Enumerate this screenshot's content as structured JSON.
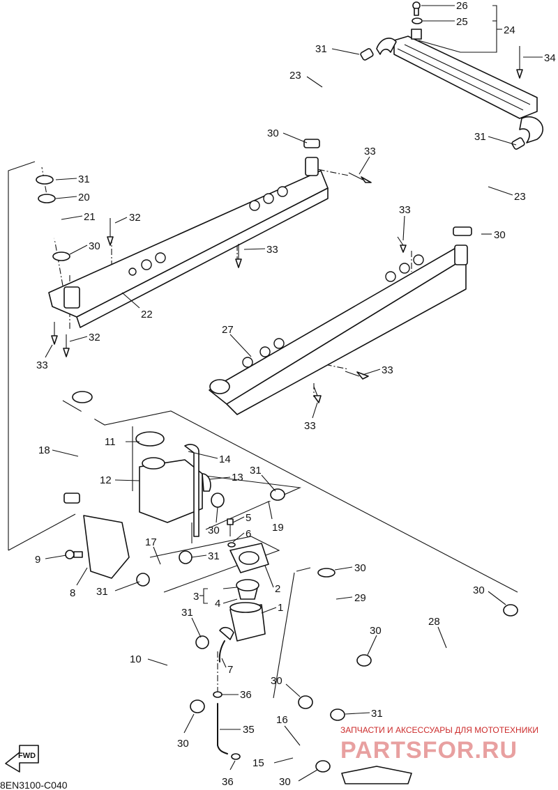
{
  "diagram_code": "8EN3100-C040",
  "fwd_label": "FWD",
  "watermark": {
    "caption": "ЗАПЧАСТИ И АКСЕССУАРЫ ДЛЯ МОТОТЕХНИКИ",
    "logo": "PARTSFOR.RU"
  },
  "labels": {
    "l26": "26",
    "l25": "25",
    "l24": "24",
    "l34": "34",
    "l31a": "31",
    "l23a": "23",
    "l30a": "30",
    "l31b": "31",
    "l23b": "23",
    "l33a": "33",
    "l31c": "31",
    "l20": "20",
    "l21": "21",
    "l32a": "32",
    "l30b": "30",
    "l33b": "33",
    "l33c": "33",
    "l30c": "30",
    "l22": "22",
    "l32b": "32",
    "l33d": "33",
    "l27": "27",
    "l33e": "33",
    "l33f": "33",
    "l18": "18",
    "l11": "11",
    "l14": "14",
    "l12": "12",
    "l13": "13",
    "l31d": "31",
    "l30d": "30",
    "l19": "19",
    "l5": "5",
    "l6": "6",
    "l9": "9",
    "l17": "17",
    "l31e": "31",
    "l8": "8",
    "l31f": "31",
    "l2": "2",
    "l3": "3",
    "l4": "4",
    "l1": "1",
    "l30e": "30",
    "l29": "29",
    "l30f": "30",
    "l28": "28",
    "l31g": "31",
    "l10": "10",
    "l7": "7",
    "l30g": "30",
    "l30h": "30",
    "l36a": "36",
    "l31h": "31",
    "l16": "16",
    "l35": "35",
    "l30i": "30",
    "l15": "15",
    "l30j": "30",
    "l36b": "36"
  }
}
